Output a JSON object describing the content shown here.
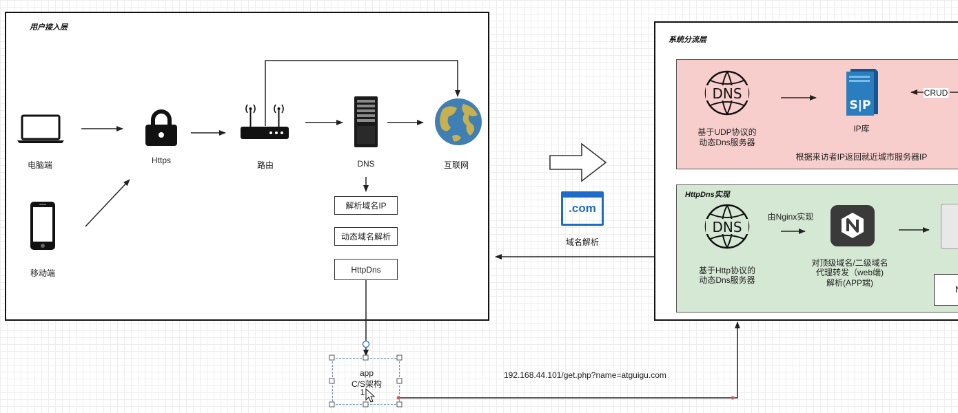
{
  "user_layer": {
    "title": "用户接入层",
    "pc_label": "电脑端",
    "mobile_label": "移动端",
    "https_label": "Https",
    "router_label": "路由",
    "dns_label": "DNS",
    "internet_label": "互联网",
    "boxes": [
      "解析域名IP",
      "动态域名解析",
      "HttpDns"
    ]
  },
  "middle": {
    "dotcom_text": ".com",
    "domain_label": "域名解析"
  },
  "system_layer": {
    "title": "系统分流层",
    "udp_dns": {
      "label_line1": "基于UDP协议的",
      "label_line2": "动态Dns服务器",
      "ip_lib_label": "IP库",
      "crud_label": "CRUD",
      "note": "根据来访者IP返回就近城市服务器IP"
    },
    "httpdns": {
      "title": "HttpDns实现",
      "nginx_label": "由Nginx实现",
      "label_line1": "基于Http协议的",
      "label_line2": "动态Dns服务器",
      "proxy_line1": "对顶级域名/二级域名",
      "proxy_line2": "代理转发（web端)",
      "proxy_line3": "解析(APP端)",
      "partial_box": "N"
    }
  },
  "app_node": {
    "line1": "app",
    "line2": "C/S架构",
    "line3": "1"
  },
  "request_url": "192.168.44.101/get.php?name=atguigu.com",
  "colors": {
    "udp_panel_bg": "#f8cecc",
    "http_panel_bg": "#d5e8d4",
    "ip_server_blue": "#2a7ec0",
    "dotcom_blue": "#1e6cc8",
    "nginx_tile": "#3a3a3a"
  }
}
